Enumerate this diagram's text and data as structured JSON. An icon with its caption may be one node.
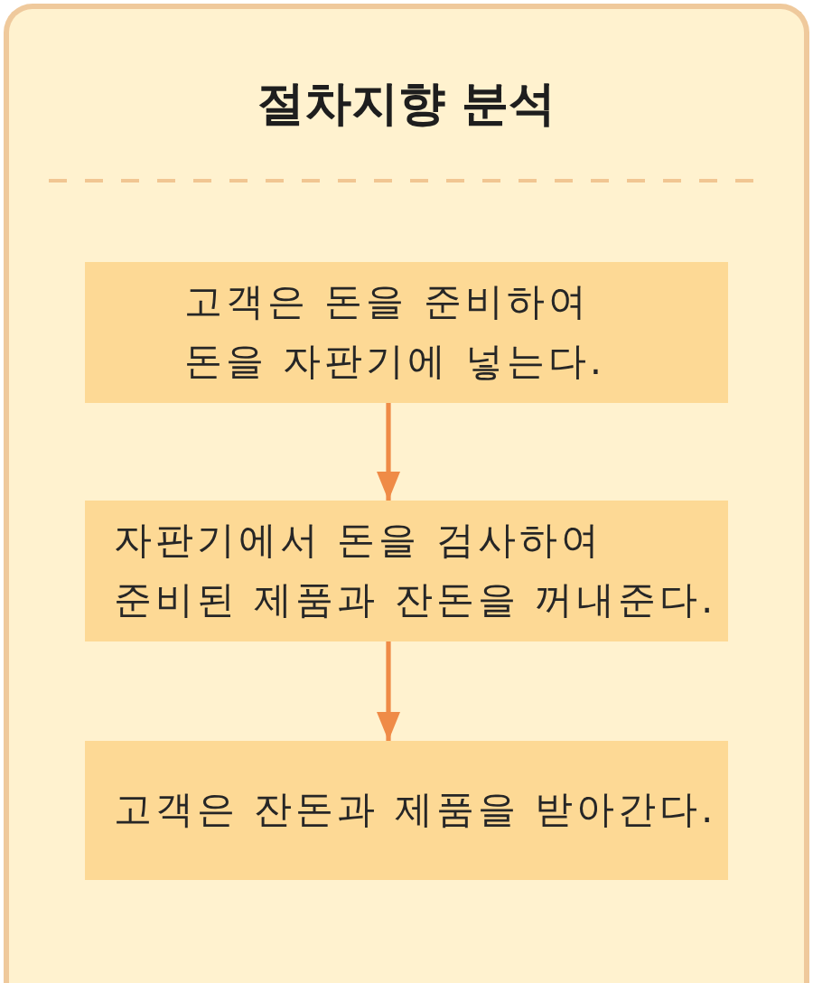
{
  "diagram": {
    "nodes": [
      {
        "text": [
          "절차지향 분석"
        ]
      },
      {
        "text": [
          "고객은 돈을 준비하여 돈을 자판기에 넣는다."
        ],
        "in": 0
      },
      {
        "text": [
          "자판기에서 돈을 검사하여 준비된 제품과 잔돈을 꺼내준다."
        ],
        "in": 0
      },
      {
        "text": [
          "고객은 잔돈과 제품을 받아간다."
        ],
        "in": 0
      }
    ],
    "edges": [
      {
        "from": 1,
        "to": 2,
        "arrow": "to"
      },
      {
        "from": 2,
        "to": 3,
        "arrow": "to"
      }
    ]
  }
}
